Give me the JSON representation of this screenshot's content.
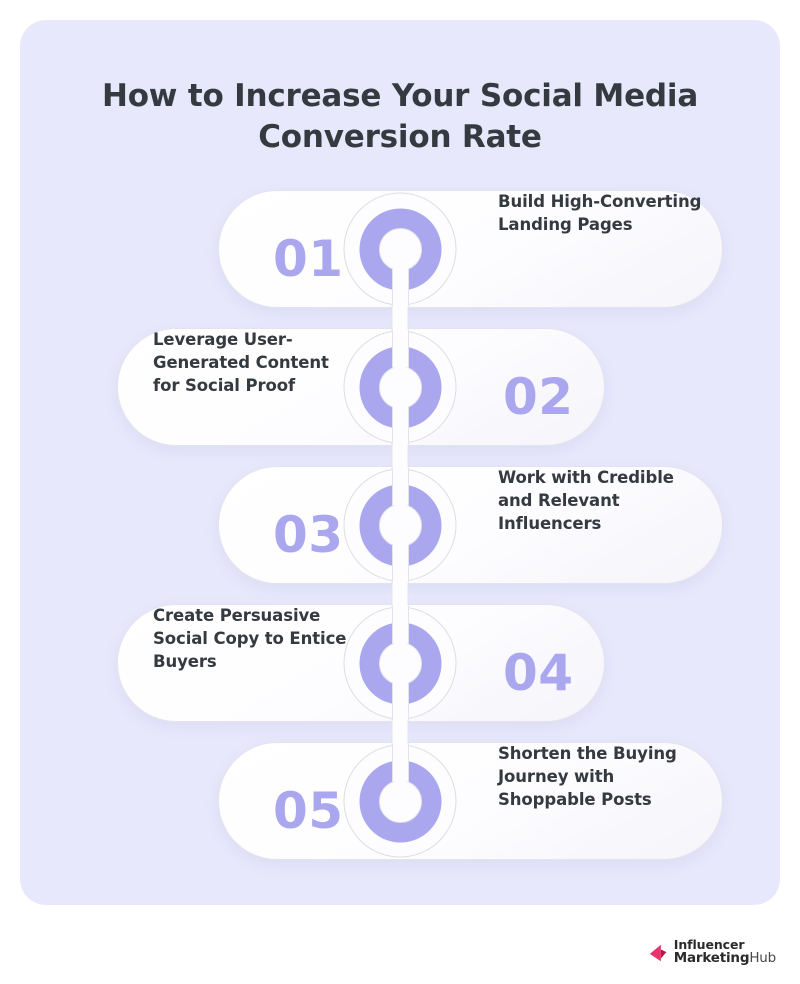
{
  "title": "How to Increase Your Social Media Conversion Rate",
  "colors": {
    "card_background": "#e7e8fb",
    "page_background": "#ffffff",
    "accent_purple": "#aaa7ee",
    "text_dark": "#343a40",
    "pill_background": "#fdfdff",
    "logo_pink": "#e8336d"
  },
  "steps": [
    {
      "number": "01",
      "text": "Build High-Converting Landing Pages",
      "side": "number-left"
    },
    {
      "number": "02",
      "text": "Leverage User-Generated Content for Social Proof",
      "side": "number-right"
    },
    {
      "number": "03",
      "text": "Work with Credible and Relevant Influencers",
      "side": "number-left"
    },
    {
      "number": "04",
      "text": "Create Persuasive Social Copy to Entice Buyers",
      "side": "number-right"
    },
    {
      "number": "05",
      "text": "Shorten the Buying Journey with Shoppable Posts",
      "side": "number-left"
    }
  ],
  "logo": {
    "line1": "Influencer",
    "line2_bold": "Marketing",
    "line2_light": "Hub",
    "mark": "arrow-left-icon"
  }
}
